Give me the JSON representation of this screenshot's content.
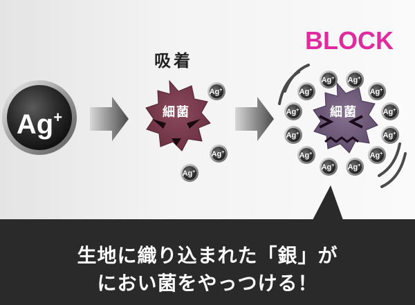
{
  "silver_ion": {
    "label": "Ag",
    "charge": "+"
  },
  "adsorb_label": "吸着",
  "block_label": "BLOCK",
  "germ_label": "細菌",
  "small_ion_label": "Ag",
  "small_ion_charge": "+",
  "caption": {
    "line1": "生地に織り込まれた「銀」が",
    "line2": "におい菌をやっつける！"
  },
  "colors": {
    "germ_left": "#7a3a4e",
    "germ_right": "#6e5878",
    "block_text": "#e02aa0",
    "caption_bg": "#2a2a2a"
  }
}
